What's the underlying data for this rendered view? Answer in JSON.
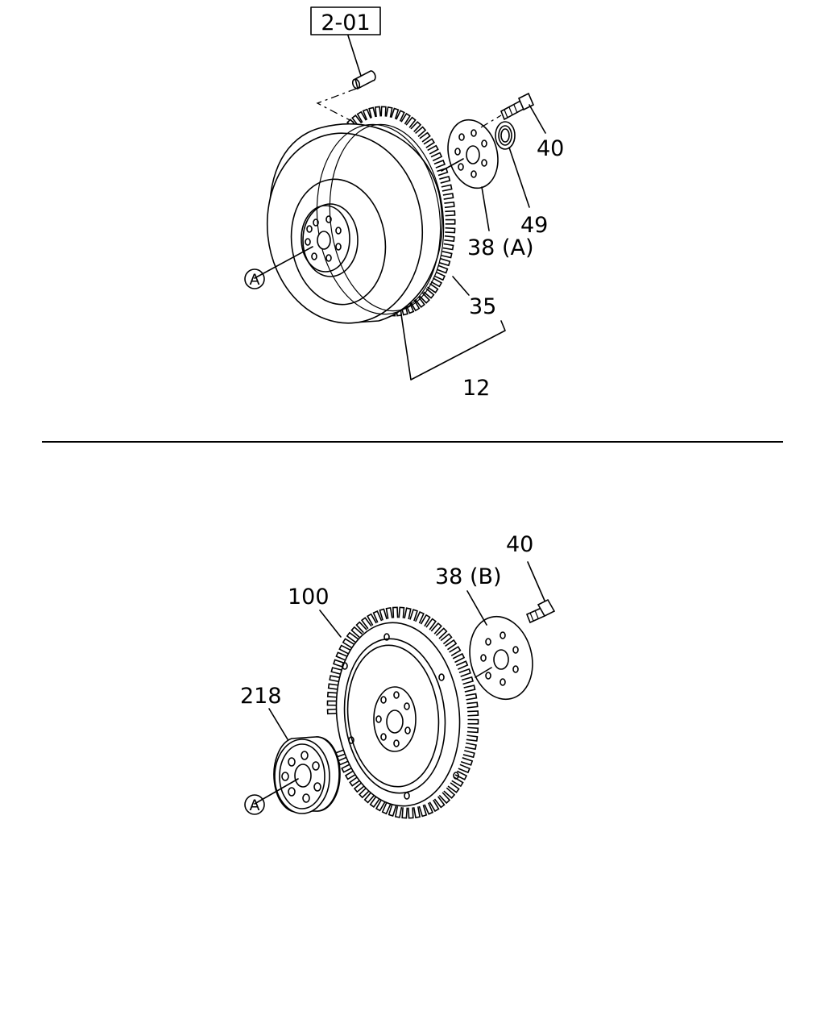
{
  "top": {
    "ref_box": "2-01",
    "callouts": {
      "c40": "40",
      "c49": "49",
      "c38a": "38 (A)",
      "c35": "35",
      "c12": "12",
      "cA": "A"
    }
  },
  "bottom": {
    "callouts": {
      "c40": "40",
      "c38b": "38 (B)",
      "c100": "100",
      "c218": "218",
      "cA": "A"
    }
  }
}
